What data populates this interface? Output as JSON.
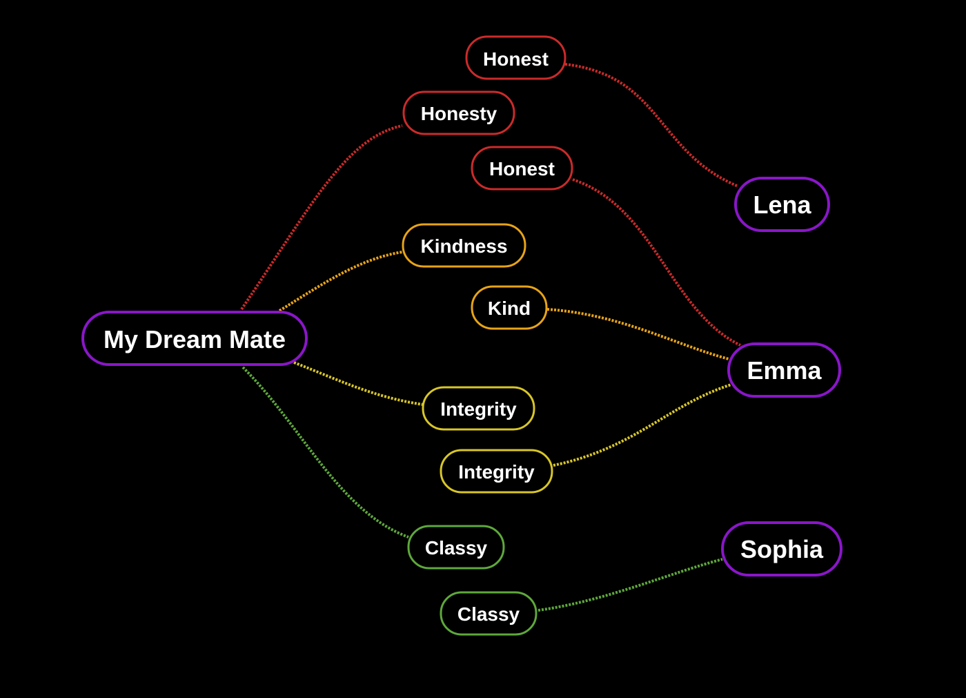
{
  "colors": {
    "background": "#000000",
    "text": "#ffffff",
    "person": "#8a16c9",
    "honesty": "#cc2a2a",
    "kindness": "#e8a417",
    "integrity": "#d8c627",
    "classy": "#5ea83b"
  },
  "nodes": {
    "root": {
      "label": "My Dream Mate",
      "group": "person"
    },
    "honest_1": {
      "label": "Honest",
      "group": "honesty"
    },
    "honesty": {
      "label": "Honesty",
      "group": "honesty"
    },
    "honest_2": {
      "label": "Honest",
      "group": "honesty"
    },
    "kindness": {
      "label": "Kindness",
      "group": "kindness"
    },
    "kind": {
      "label": "Kind",
      "group": "kindness"
    },
    "integrity_1": {
      "label": "Integrity",
      "group": "integrity"
    },
    "integrity_2": {
      "label": "Integrity",
      "group": "integrity"
    },
    "classy_1": {
      "label": "Classy",
      "group": "classy"
    },
    "classy_2": {
      "label": "Classy",
      "group": "classy"
    },
    "lena": {
      "label": "Lena",
      "group": "person"
    },
    "emma": {
      "label": "Emma",
      "group": "person"
    },
    "sophia": {
      "label": "Sophia",
      "group": "person"
    }
  },
  "links": [
    {
      "from": "root",
      "to": "honesty",
      "group": "honesty"
    },
    {
      "from": "root",
      "to": "kindness",
      "group": "kindness"
    },
    {
      "from": "root",
      "to": "integrity_1",
      "group": "integrity"
    },
    {
      "from": "root",
      "to": "classy_1",
      "group": "classy"
    },
    {
      "from": "honest_1",
      "to": "lena",
      "group": "honesty"
    },
    {
      "from": "honest_2",
      "to": "emma",
      "group": "honesty"
    },
    {
      "from": "kind",
      "to": "emma",
      "group": "kindness"
    },
    {
      "from": "integrity_2",
      "to": "emma",
      "group": "integrity"
    },
    {
      "from": "classy_2",
      "to": "sophia",
      "group": "classy"
    }
  ]
}
